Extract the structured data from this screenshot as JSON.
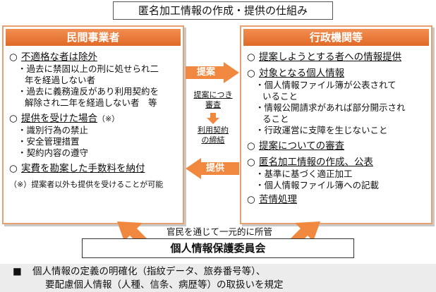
{
  "title": "匿名加工情報の作成・提供の仕組み",
  "left_panel": {
    "header": "民間事業者",
    "items": [
      {
        "bullet": "○",
        "text": "不適格な者は除外",
        "subs": [
          {
            "mark": "・",
            "line1": "過去に禁固以上の刑に処せられ二",
            "line2": "年を経過しない者"
          },
          {
            "mark": "・",
            "line1": "過去に義務違反があり利用契約を",
            "line2": "解除され二年を経過しない者　等"
          }
        ]
      },
      {
        "bullet": "○",
        "text": "提供を受けた場合",
        "suffix": "（※）",
        "subs": [
          {
            "mark": "・",
            "line1": "識別行為の禁止"
          },
          {
            "mark": "・",
            "line1": "安全管理措置"
          },
          {
            "mark": "・",
            "line1": "契約内容の遵守"
          }
        ]
      },
      {
        "bullet": "○",
        "text": "実費を勘案した手数料を納付"
      }
    ],
    "note": "（※）提案者以外も提供を受けることが可能"
  },
  "right_panel": {
    "header": "行政機関等",
    "items": [
      {
        "bullet": "○",
        "text": "提案しようとする者への情報提供"
      },
      {
        "bullet": "○",
        "text": "対象となる個人情報",
        "subs": [
          {
            "mark": "・",
            "line1": "個人情報ファイル簿が公表されて",
            "line2": "いること"
          },
          {
            "mark": "・",
            "line1": "情報公開請求があれば部分開示され",
            "line2": "ること"
          },
          {
            "mark": "・",
            "line1": "行政運営に支障を生じないこと"
          }
        ]
      },
      {
        "bullet": "○",
        "text": "提案についての審査"
      },
      {
        "bullet": "○",
        "text": "匿名加工情報の作成、公表",
        "subs": [
          {
            "mark": "・",
            "line1": "基準に基づく適正加工"
          },
          {
            "mark": "・",
            "line1": "個人情報ファイル簿への記載"
          }
        ]
      },
      {
        "bullet": "○",
        "text": "苦情処理"
      }
    ]
  },
  "flow": {
    "propose_label": "提案",
    "provide_label": "提供",
    "review_text_1": "提案につき",
    "review_text_2": "審査",
    "contract_text_1": "利用契約",
    "contract_text_2": "の締結"
  },
  "connector_text": "官民を通じて一元的に所管",
  "committee": "個人情報保護委員会",
  "footer": {
    "mark": "■",
    "line1": "個人情報の定義の明確化（指紋データ、旅券番号等）、",
    "line2": "要配慮個人情報（人種、信条、病歴等）の取扱いを規定"
  },
  "colors": {
    "accent": "#e8793a",
    "border": "#e8a070",
    "footer_bg": "#ececec"
  }
}
